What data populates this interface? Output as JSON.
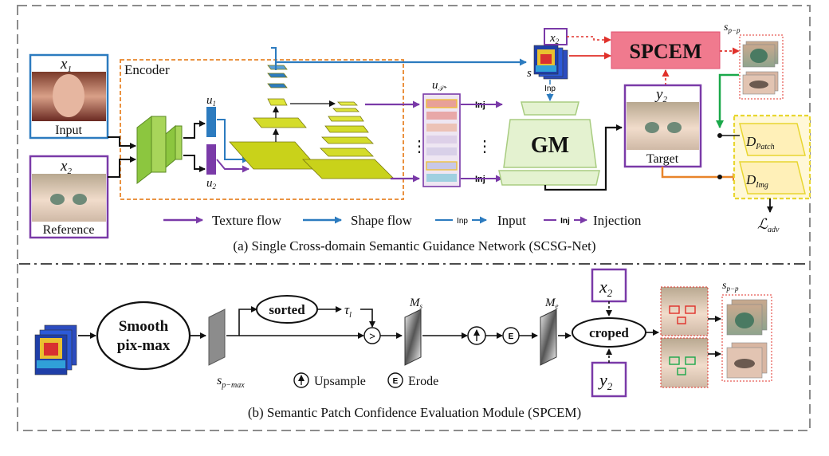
{
  "part_a": {
    "caption": "(a) Single Cross-domain Semantic Guidance Network (SCSG-Net)",
    "input_var": "x",
    "input_sub": "1",
    "input_label": "Input",
    "ref_var": "x",
    "ref_sub": "2",
    "ref_label": "Reference",
    "encoder_label": "Encoder",
    "u1_var": "u",
    "u1_sub": "1",
    "u2_var": "u",
    "u2_sub": "2",
    "ut_var": "u",
    "ut_sub": "𝒯⁺",
    "dots_v": "⋮",
    "inj_label": "Inj",
    "inp_label": "Inp",
    "s_var": "s",
    "x2_box_var": "x",
    "x2_box_sub": "2",
    "spcem_label": "SPCEM",
    "spp_var": "s",
    "spp_sub": "p−p",
    "gm_label": "GM",
    "y2_var": "y",
    "y2_sub": "2",
    "target_label": "Target",
    "d_patch_var": "D",
    "d_patch_sub": "Patch",
    "d_img_var": "D",
    "d_img_sub": "Img",
    "ladv_var": "ℒ",
    "ladv_sub": "adv"
  },
  "legend": {
    "texture": "Texture flow",
    "shape": "Shape flow",
    "inp_tag": "Inp",
    "input": "Input",
    "inj_tag": "Inj",
    "injection": "Injection"
  },
  "part_b": {
    "caption": "(b) Semantic Patch Confidence Evaluation Module (SPCEM)",
    "smooth_line1": "Smooth",
    "smooth_line2": "pix-max",
    "spmax_var": "s",
    "spmax_sub": "p−max",
    "sorted_label": "sorted",
    "tau_var": "τ",
    "tau_sub": "l",
    "compare_symbol": ">",
    "ms_var": "M",
    "ms_sub": "s",
    "me_var": "M",
    "me_sub": "e",
    "erode_symbol": "E",
    "croped_label": "croped",
    "x2_var": "x",
    "x2_sub": "2",
    "y2_var": "y",
    "y2_sub": "2",
    "spp_var": "s",
    "spp_sub": "p−p",
    "upsample_label": "Upsample",
    "erode_label": "Erode"
  },
  "colors": {
    "purple": "#7a3aa8",
    "blue": "#2c7bbf",
    "encoder_border": "#e8852a",
    "spcem_fill": "#f07a8e",
    "red": "#e0302a",
    "green": "#1aa84a",
    "orange": "#e8842a",
    "disc_fill": "#fff4c8",
    "disc_border": "#e8d630",
    "yellow_green": "#c9d21a",
    "dash_grey": "#8c8c8c"
  }
}
